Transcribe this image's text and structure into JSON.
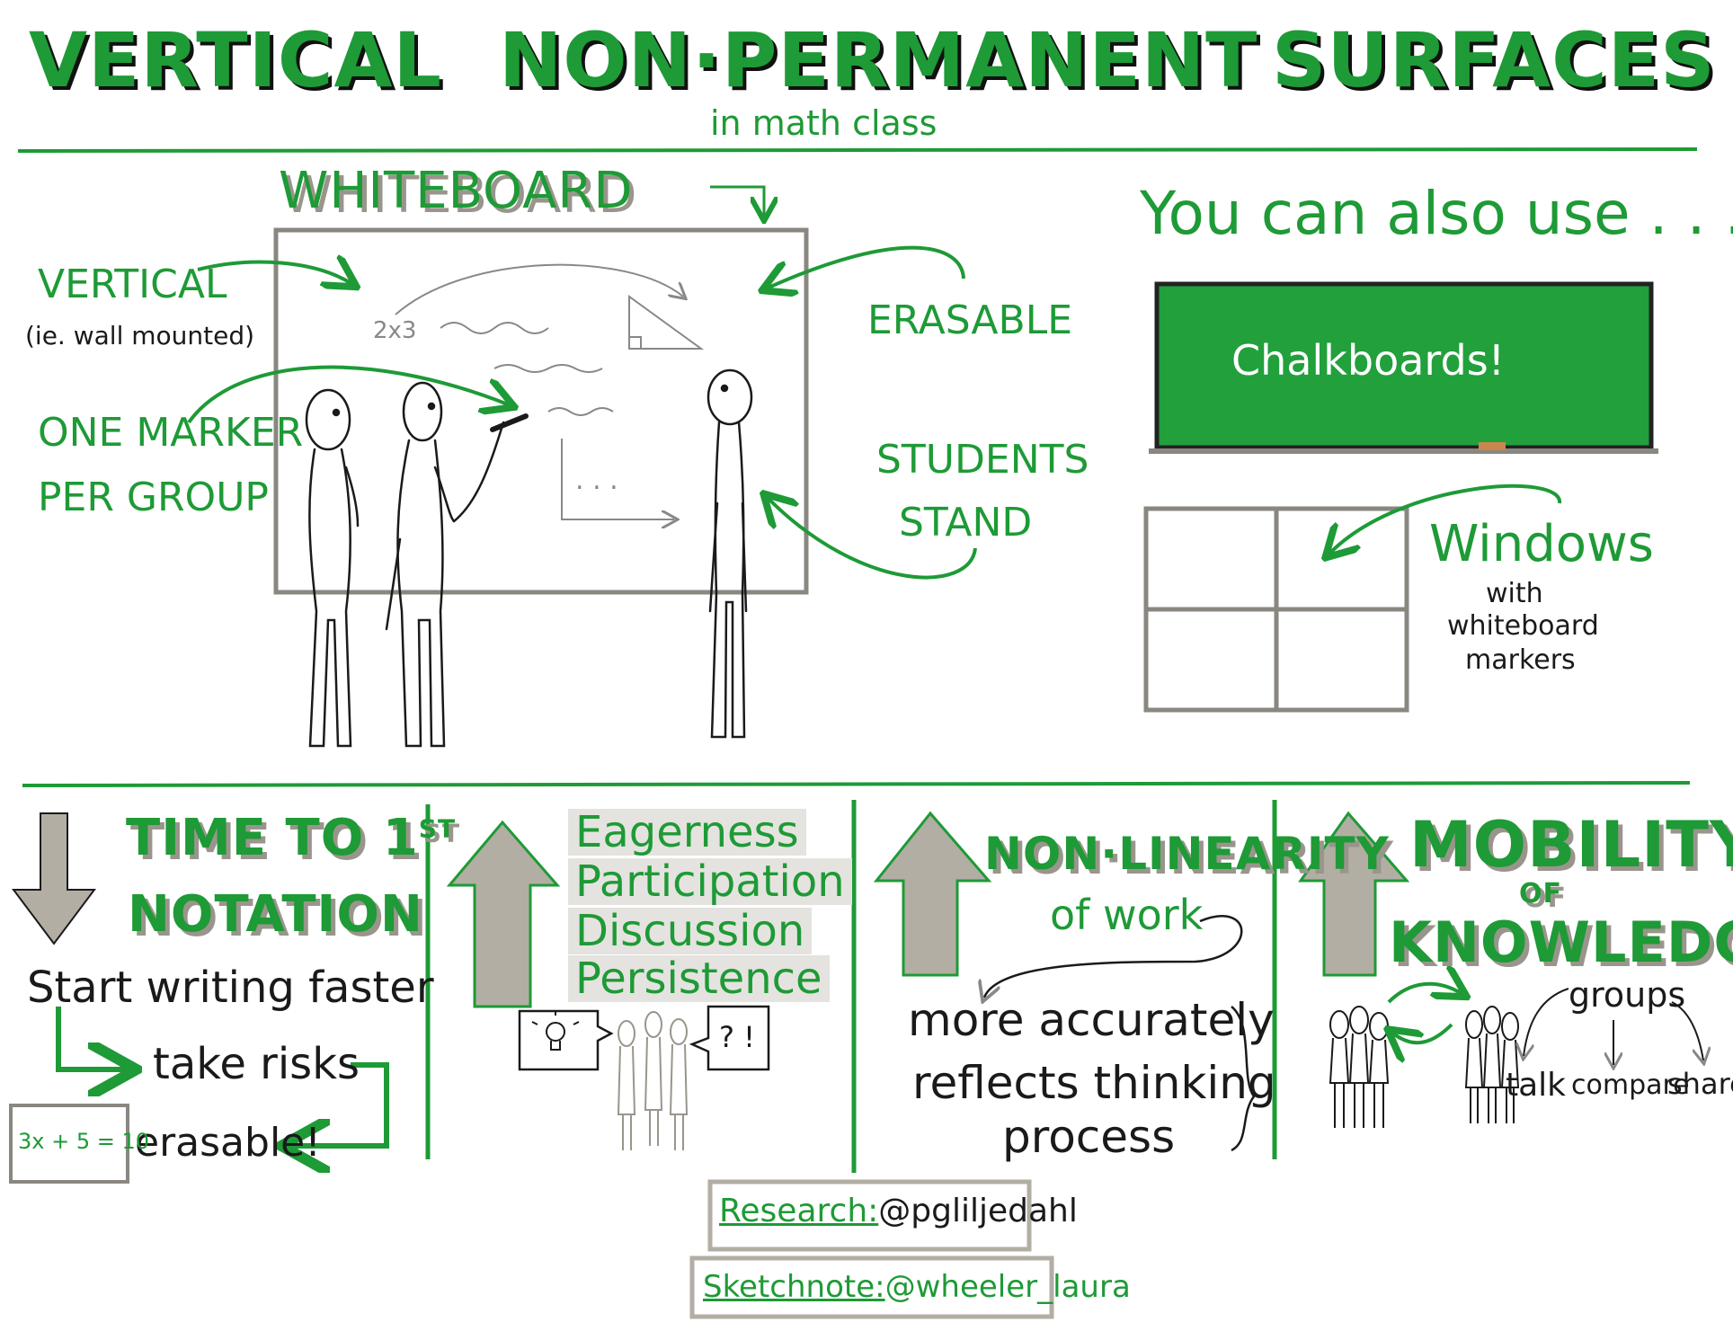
{
  "header": {
    "title_word_1": "VERTICAL",
    "title_word_2": "NON·PERMANENT",
    "title_word_3": "SURFACES",
    "subtitle": "in math class"
  },
  "whiteboard_section": {
    "heading": "WHITEBOARD",
    "label_vertical": "VERTICAL",
    "label_vertical_note": "(ie. wall mounted)",
    "label_marker_1": "ONE MARKER",
    "label_marker_2": "PER GROUP",
    "label_erasable": "ERASABLE",
    "label_students_1": "STUDENTS",
    "label_students_2": "STAND",
    "board_note": "2x3",
    "board_dots": ". . ."
  },
  "alternatives": {
    "heading": "You can also use . . .",
    "chalkboard_text": "Chalkboards!",
    "windows_title": "Windows",
    "windows_note_1": "with",
    "windows_note_2": "whiteboard",
    "windows_note_3": "markers"
  },
  "effects": [
    {
      "direction": "down",
      "title_1": "TIME TO 1",
      "title_sup": "ST",
      "title_2": "NOTATION",
      "line_1": "Start writing faster",
      "line_2": "take risks",
      "line_3": "erasable!",
      "box_text": "3x + 5 = 10"
    },
    {
      "direction": "up",
      "items": [
        "Eagerness",
        "Participation",
        "Discussion",
        "Persistence"
      ],
      "bubble_text": "? !"
    },
    {
      "direction": "up",
      "title_1": "NON·LINEARITY",
      "title_2": "of work",
      "line_1": "more accurately",
      "line_2": "reflects thinking",
      "line_3": "process"
    },
    {
      "direction": "up",
      "title_1": "MOBILITY",
      "title_2": "OF",
      "title_3": "KNOWLEDGE",
      "groups_label": "groups",
      "actions": [
        "talk",
        "compare",
        "share"
      ]
    }
  ],
  "credits": {
    "research_label": "Research:",
    "research_handle": "@pgliljedahl",
    "sketch_label": "Sketchnote:",
    "sketch_handle": "@wheeler_laura"
  },
  "colors": {
    "green": "#1e9a36",
    "chalk_green": "#21a03c",
    "gray": "#8a8780",
    "arrow_fill": "#b3aea4",
    "ink": "#1a1a1a"
  }
}
